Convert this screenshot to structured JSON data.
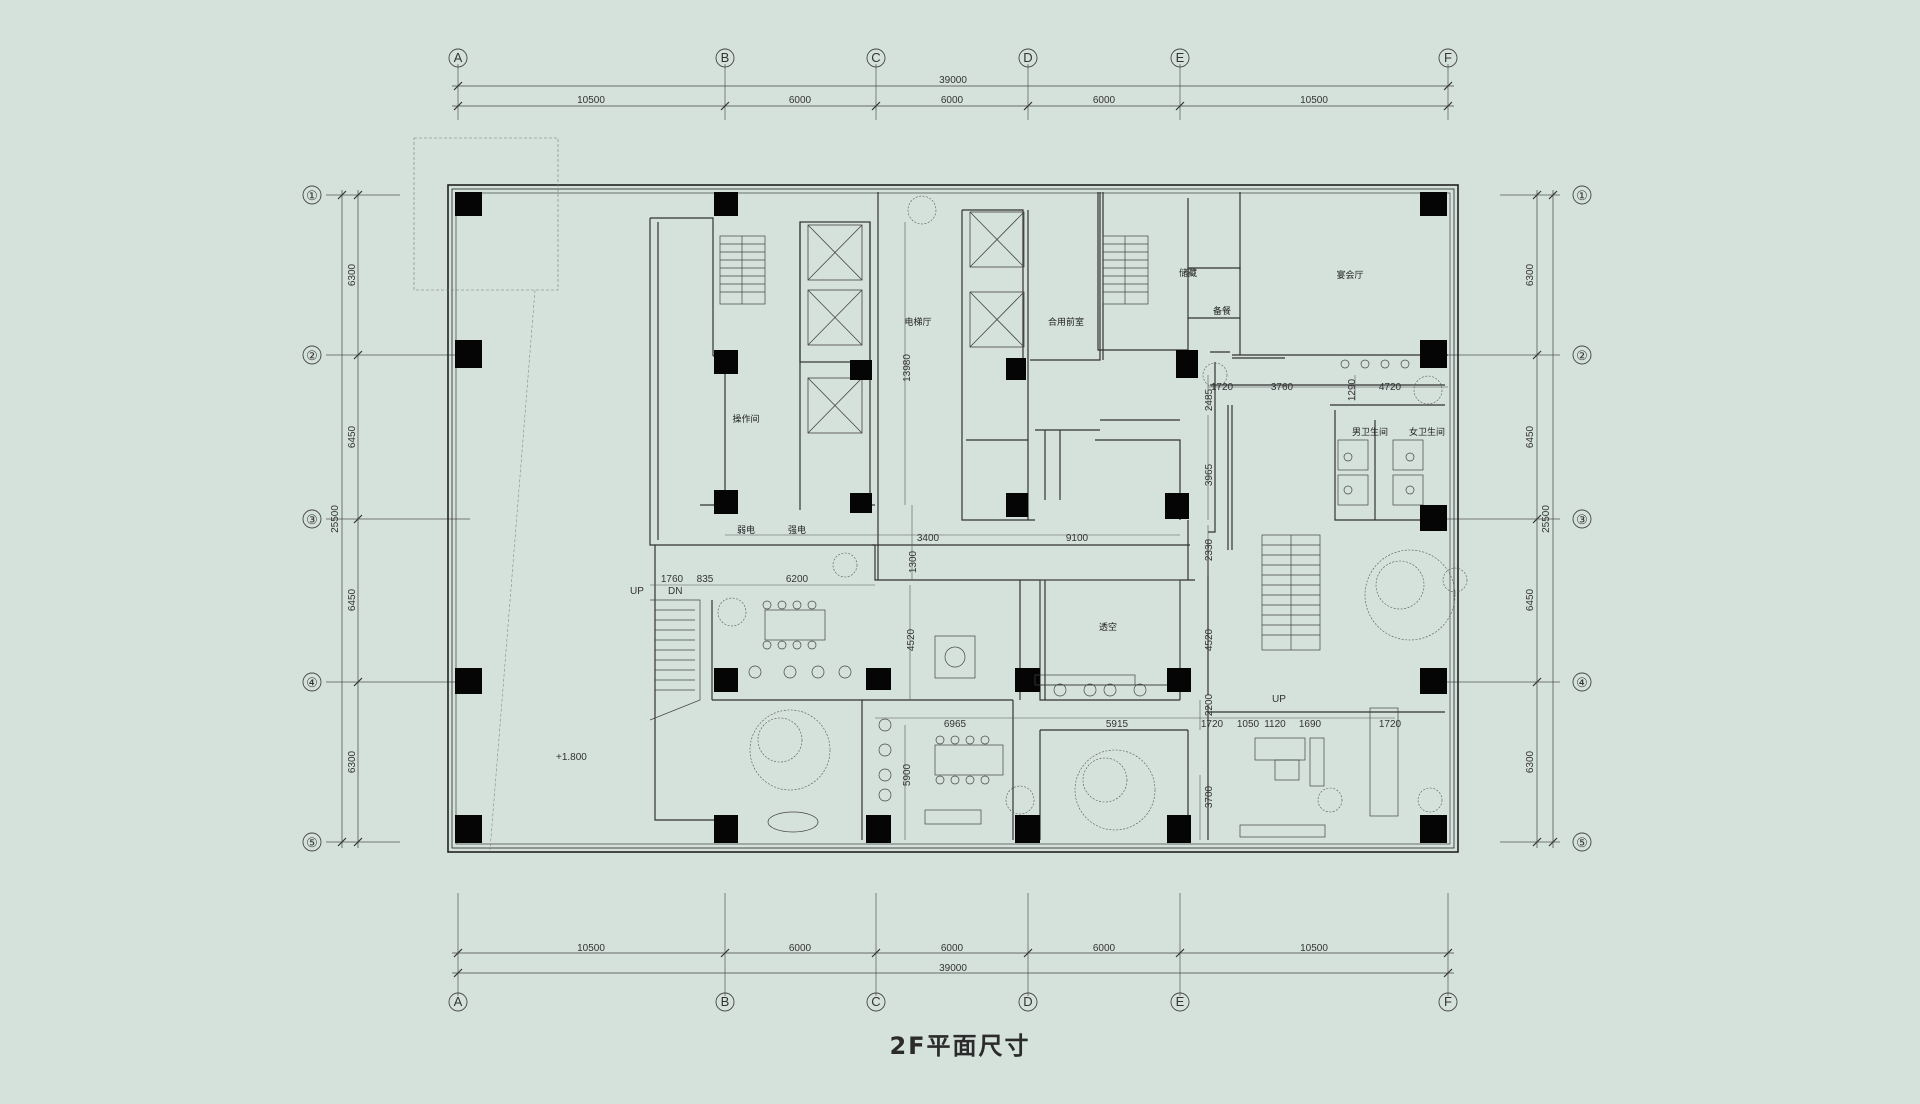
{
  "title": "2F平面尺寸",
  "grid_columns": [
    "A",
    "B",
    "C",
    "D",
    "E",
    "F"
  ],
  "grid_rows": [
    "①",
    "②",
    "③",
    "④",
    "⑤"
  ],
  "dims_top_total": "39000",
  "dims_top_segments": [
    "10500",
    "6000",
    "6000",
    "6000",
    "10500"
  ],
  "dims_bottom_total": "39000",
  "dims_bottom_segments": [
    "10500",
    "6000",
    "6000",
    "6000",
    "10500"
  ],
  "dims_left_total": "25500",
  "dims_left_segments": [
    "6300",
    "6450",
    "6450",
    "6300"
  ],
  "dims_right_total": "25500",
  "dims_right_segments": [
    "6300",
    "6450",
    "6450",
    "6300"
  ],
  "rooms": {
    "elevator_hall": "电梯厅",
    "operation_room": "操作间",
    "shared_front_room": "合用前室",
    "banquet_hall": "宴会厅",
    "storage": "储藏",
    "pantry": "备餐",
    "weak_current": "弱电",
    "strong_current": "强电",
    "void": "透空",
    "mens_restroom": "男卫生间",
    "womens_restroom": "女卫生间"
  },
  "stair_labels": {
    "up1": "UP",
    "dn": "DN",
    "up2": "UP"
  },
  "elevation": "+1.800",
  "inner_dims": {
    "d13980": "13980",
    "d3400": "3400",
    "d9100": "9100",
    "d1300": "1300",
    "d1760": "1760",
    "d835": "835",
    "d6200": "6200",
    "d4520a": "4520",
    "d4520b": "4520",
    "d6965": "6965",
    "d5915": "5915",
    "d1720a": "1720",
    "d2200": "2200",
    "d1050": "1050",
    "d1120": "1120",
    "d1690": "1690",
    "d1720b": "1720",
    "d5900": "5900",
    "d3700": "3700",
    "d3760": "3760",
    "d4720": "4720",
    "d1290": "1290",
    "d1720c": "1720",
    "d2485": "2485",
    "d3965": "3965",
    "d2330": "2330"
  }
}
